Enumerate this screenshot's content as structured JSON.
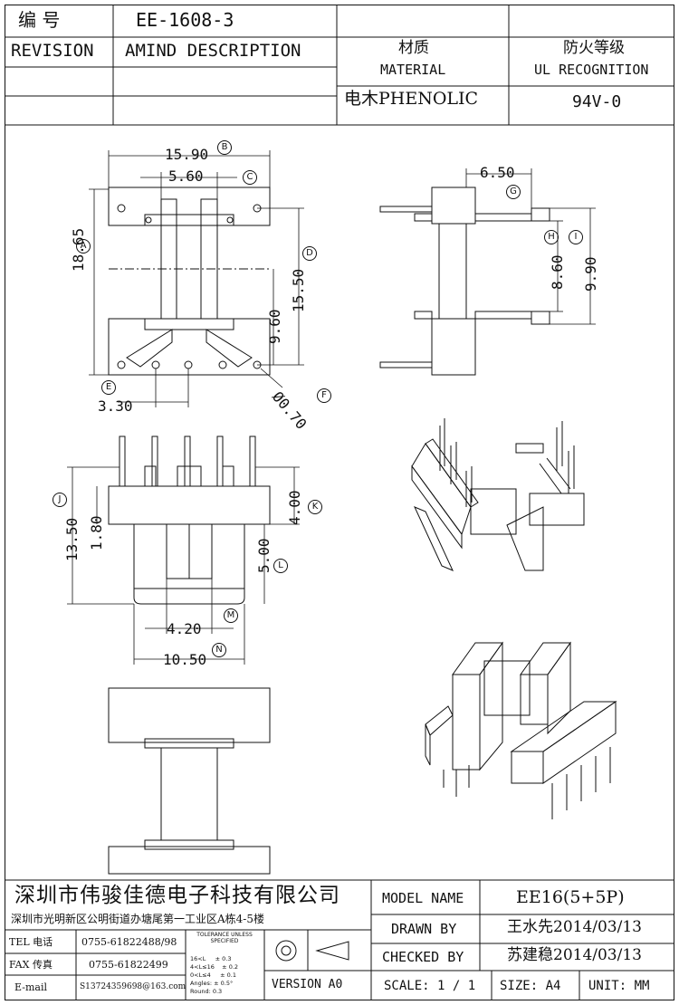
{
  "header": {
    "number_label": "编 号",
    "number_value": "EE-1608-3",
    "revision_label": "REVISION",
    "amend_label": "AMIND DESCRIPTION",
    "material_cn": "材质",
    "material_en": "MATERIAL",
    "material_value": "电木PHENOLIC",
    "ul_cn": "防火等级",
    "ul_en": "UL RECOGNITION",
    "ul_value": "94V-0"
  },
  "dims": {
    "B": "15.90",
    "C": "5.60",
    "A": "18.65",
    "D": "15.50",
    "G": "6.50",
    "H": "8.60",
    "I": "9.90",
    "E": "3.30",
    "F": "0.70",
    "mid": "9.60",
    "J": "13.50",
    "J2": "1.80",
    "K": "4.00",
    "L": "5.00",
    "M": "4.20",
    "N": "10.50"
  },
  "callouts": [
    "A",
    "B",
    "C",
    "D",
    "E",
    "F",
    "G",
    "H",
    "I",
    "J",
    "K",
    "L",
    "M",
    "N"
  ],
  "footer": {
    "company": "深圳市伟骏佳德电子科技有限公司",
    "address": "深圳市光明新区公明街道办塘尾第一工业区A栋4-5楼",
    "tel_label": "TEL 电话",
    "tel_value": "0755-61822488/98",
    "fax_label": "FAX 传真",
    "fax_value": "0755-61822499",
    "email_label": "E-mail",
    "email_value": "S13724359698@163.com",
    "tol_title": "TOLERANCE UNLESS SPECIFIED",
    "tol_rows": [
      "16<L     ± 0.3",
      "4<L≤16    ± 0.2",
      "0<L≤4     ± 0.1",
      "Angles: ± 0.5°",
      "Round: 0.3"
    ],
    "version": "VERSION A0",
    "model_label": "MODEL NAME",
    "model_value": "EE16(5+5P)",
    "drawn_label": "DRAWN BY",
    "drawn_value": "王水先2014/03/13",
    "checked_label": "CHECKED BY",
    "checked_value": "苏建稳2014/03/13",
    "scale_label": "SCALE: 1 / 1",
    "size_label": "SIZE: A4",
    "unit_label": "UNIT: MM"
  }
}
